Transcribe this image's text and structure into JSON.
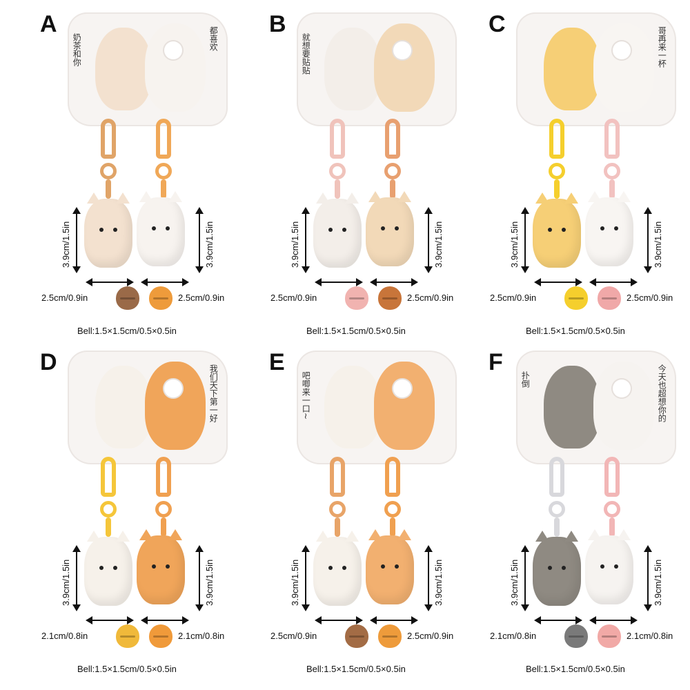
{
  "panels": [
    {
      "letter": "A",
      "height_left": "3.9cm/1.5in",
      "height_right": "3.9cm/1.5in",
      "width_left": "2.5cm/0.9in",
      "width_right": "2.5cm/0.9in",
      "bell": "Bell:1.5×1.5cm/0.5×0.5in",
      "card_text_left": "奶茶和你",
      "card_text_right": "都喜欢"
    },
    {
      "letter": "B",
      "height_left": "3.9cm/1.5in",
      "height_right": "3.9cm/1.5in",
      "width_left": "2.5cm/0.9in",
      "width_right": "2.5cm/0.9in",
      "bell": "Bell:1.5×1.5cm/0.5×0.5in",
      "card_text_left": "就想要贴贴",
      "card_text_right": ""
    },
    {
      "letter": "C",
      "height_left": "3.9cm/1.5in",
      "height_right": "3.9cm/1.5in",
      "width_left": "2.5cm/0.9in",
      "width_right": "2.5cm/0.9in",
      "bell": "Bell:1.5×1.5cm/0.5×0.5in",
      "card_text_left": "",
      "card_text_right": "哥再来一杯"
    },
    {
      "letter": "D",
      "height_left": "3.9cm/1.5in",
      "height_right": "3.9cm/1.5in",
      "width_left": "2.1cm/0.8in",
      "width_right": "2.1cm/0.8in",
      "bell": "Bell:1.5×1.5cm/0.5×0.5in",
      "card_text_left": "",
      "card_text_right": "我们天下第一好"
    },
    {
      "letter": "E",
      "height_left": "3.9cm/1.5in",
      "height_right": "3.9cm/1.5in",
      "width_left": "2.5cm/0.9in",
      "width_right": "2.5cm/0.9in",
      "bell": "Bell:1.5×1.5cm/0.5×0.5in",
      "card_text_left": "吧唧来一口~",
      "card_text_right": ""
    },
    {
      "letter": "F",
      "height_left": "3.9cm/1.5in",
      "height_right": "3.9cm/1.5in",
      "width_left": "2.1cm/0.8in",
      "width_right": "2.1cm/0.8in",
      "bell": "Bell:1.5×1.5cm/0.5×0.5in",
      "card_text_left": "扑倒",
      "card_text_right": "今天也超想你的"
    }
  ],
  "colors": {
    "A": {
      "clasp_left": "#e0a468",
      "clasp_right": "#f0a858",
      "fig_left": "#f3e1cf",
      "fig_right": "#f7f3ef",
      "bell_left": "#9a6a48",
      "bell_right": "#ee9b3b"
    },
    "B": {
      "clasp_left": "#f0c3bb",
      "clasp_right": "#e8a070",
      "fig_left": "#f3eee9",
      "fig_right": "#f2d9b8",
      "bell_left": "#f1b3b0",
      "bell_right": "#c8753a"
    },
    "C": {
      "clasp_left": "#f5cf2d",
      "clasp_right": "#f2c2c0",
      "fig_left": "#f6cf76",
      "fig_right": "#f8f5f2",
      "bell_left": "#f5cf2d",
      "bell_right": "#f0a8a8"
    },
    "D": {
      "clasp_left": "#f5c63a",
      "clasp_right": "#f0a050",
      "fig_left": "#f6f1ea",
      "fig_right": "#f0a55a",
      "bell_left": "#f0b93a",
      "bell_right": "#f09a3a"
    },
    "E": {
      "clasp_left": "#e8a468",
      "clasp_right": "#f0a050",
      "fig_left": "#f6f1ea",
      "fig_right": "#f2b070",
      "bell_left": "#a36c45",
      "bell_right": "#ee9b3b"
    },
    "F": {
      "clasp_left": "#d8d8dc",
      "clasp_right": "#f2b6b6",
      "fig_left": "#8f8a82",
      "fig_right": "#f6f3f0",
      "bell_left": "#7a7a7a",
      "bell_right": "#f1a9a6"
    }
  }
}
